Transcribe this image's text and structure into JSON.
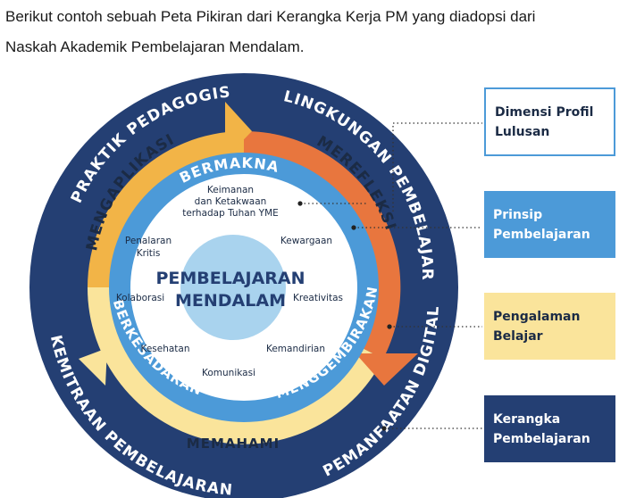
{
  "intro": {
    "line1": "Berikut contoh sebuah Peta Pikiran dari Kerangka Kerja PM yang diadopsi dari",
    "line2": "Naskah Akademik Pembelajaran Mendalam."
  },
  "outer_ring": {
    "top_left": "PRAKTIK PEDAGOGIS",
    "top_right": "LINGKUNGAN PEMBELAJARAN",
    "bottom_left": "KEMITRAAN PEMBELAJARAN",
    "bottom_right": "PEMANFAATAN DIGITAL"
  },
  "experience_ring": {
    "left": "MENGAPLIKASI",
    "right": "MEREFLEKSI",
    "bottom": "MEMAHAMI"
  },
  "principle_ring": {
    "top": "BERMAKNA",
    "left": "BERKESADARAN",
    "right": "MENGGEMBIRAKAN"
  },
  "center": {
    "title_line1": "PEMBELAJARAN",
    "title_line2": "MENDALAM"
  },
  "profile_dimensions": {
    "keimanan_1": "Keimanan",
    "keimanan_2": "dan Ketakwaan",
    "keimanan_3": "terhadap Tuhan YME",
    "kewargaan": "Kewargaan",
    "penalaran_1": "Penalaran",
    "penalaran_2": "Kritis",
    "kolaborasi": "Kolaborasi",
    "kreativitas": "Kreativitas",
    "kesehatan": "Kesehatan",
    "kemandirian": "Kemandirian",
    "komunikasi": "Komunikasi"
  },
  "legend": {
    "dimensi": "Dimensi Profil Lulusan",
    "prinsip": "Prinsip Pembelajaran",
    "pengalaman": "Pengalaman Belajar",
    "kerangka": "Kerangka Pembelajaran"
  },
  "colors": {
    "navy": "#243f73",
    "blue": "#4c9ad8",
    "light_blue": "#a9d3ee",
    "orange_yellow": "#f2b447",
    "orange": "#e8763e",
    "pale_yellow": "#fae49b",
    "white": "#ffffff"
  }
}
